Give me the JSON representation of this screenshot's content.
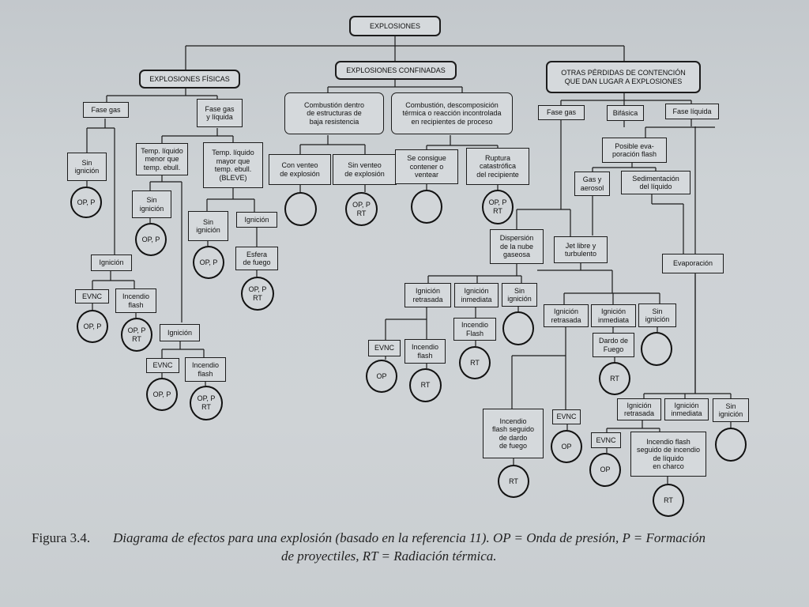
{
  "diagram": {
    "nodes": {
      "explosiones": "EXPLOSIONES",
      "fisicas": "EXPLOSIONES FÍSICAS",
      "confinadas": "EXPLOSIONES CONFINADAS",
      "otras": "OTRAS PÉRDIDAS DE CONTENCIÓN\nQUE DAN LUGAR A EXPLOSIONES",
      "fasegas1": "Fase gas",
      "fasegasliq": "Fase gas\ny líquida",
      "comb_estr": "Combustión dentro\nde estructuras de\nbaja resistencia",
      "comb_desc": "Combustión, descomposición\ntérmica o reacción incontrolada\nen recipientes de proceso",
      "fasegas2": "Fase gas",
      "bifasica": "Bifásica",
      "faseliq": "Fase líquida",
      "sinign_a": "Sin\nignición",
      "temp_menor": "Temp. líquido\nmenor que\ntemp. ebull.",
      "temp_mayor": "Temp. líquido\nmayor que\ntemp. ebull.\n(BLEVE)",
      "conventeo": "Con venteo\nde explosión",
      "sinventeo": "Sin venteo\nde explosión",
      "seconsigue": "Se consigue\ncontener o\nventear",
      "ruptura": "Ruptura\ncatastrófica\ndel recipiente",
      "posible": "Posible eva-\nporación flash",
      "sinign_b": "Sin\nignición",
      "sinign_c": "Sin\nignición",
      "ign_c": "Ignición",
      "gasaerosol": "Gas y\naerosol",
      "sedimentacion": "Sedimentación\ndel líquido",
      "ign_a": "Ignición",
      "esfera": "Esfera\nde fuego",
      "dispersion": "Dispersión\nde la nube\ngaseosa",
      "jet": "Jet libre y\nturbulento",
      "evaporacion": "Evaporación",
      "evnc_a": "EVNC",
      "incendio_a": "Incendio\nflash",
      "ign_retr_a": "Ignición\nretrasada",
      "ign_inm_a": "Ignición\ninmediata",
      "sinign_d": "Sin\nignición",
      "ign_b": "Ignición",
      "ign_retr_b": "Ignición\nretrasada",
      "ign_inm_b": "Ignición\ninmediata",
      "sinign_e": "Sin\nignición",
      "incendio_fl_a": "Incendio\nFlash",
      "evnc_b": "EVNC",
      "incendio_b": "Incendio\nflash",
      "dardo": "Dardo de\nFuego",
      "evnc_c": "EVNC",
      "incendio_c": "Incendio\nflash",
      "ign_retr_c": "Ignición\nretrasada",
      "ign_inm_c": "Ignición\ninmediata",
      "sinign_f": "Sin\nignición",
      "incendio_dardo": "Incendio\nflash seguido\nde dardo\nde fuego",
      "evnc_d": "EVNC",
      "evnc_e": "EVNC",
      "incendio_charco": "Incendio flash\nseguido de incendio\nde líquido\nen charco"
    },
    "outcomes": {
      "o1": "OP, P",
      "o2": "OP, P",
      "o3": "OP, P",
      "o4": "",
      "o5": "OP, P\nRT",
      "o6": "",
      "o7": "OP, P\nRT",
      "o8": "OP, P\nRT",
      "o9": "OP, P",
      "o10": "OP, P\nRT",
      "o11": "OP, P",
      "o12": "OP, P\nRT",
      "o13": "OP",
      "o14": "RT",
      "o15": "RT",
      "o16": "",
      "o17": "",
      "o18": "RT",
      "o19": "OP",
      "o20": "RT",
      "o21": "OP",
      "o22": "RT",
      "o23": ""
    }
  },
  "caption": {
    "number": "Figura 3.4.",
    "line1": "Diagrama de efectos para una explosión (basado en la referencia 11). OP = Onda de presión, P = Formación",
    "line2": "de proyectiles, RT = Radiación térmica."
  }
}
